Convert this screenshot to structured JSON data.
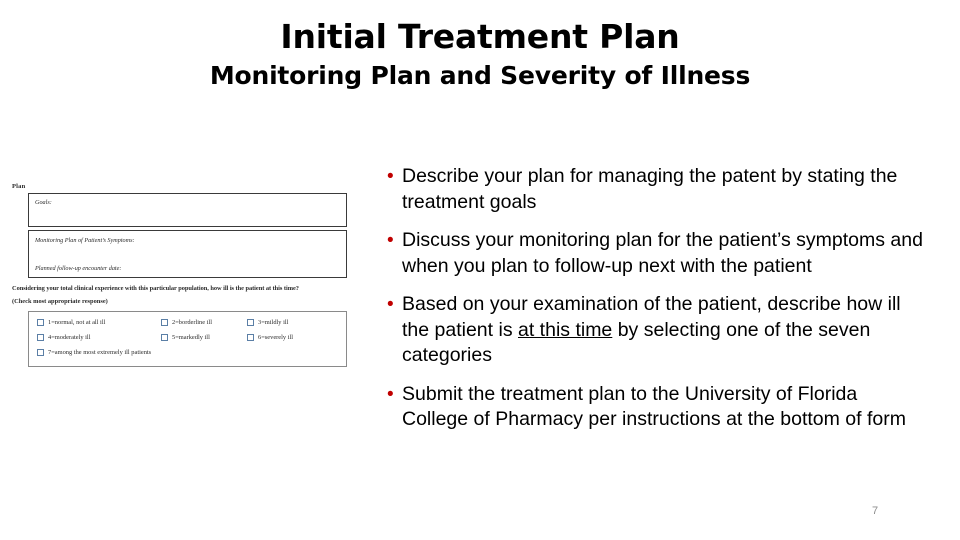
{
  "slide": {
    "title": "Initial Treatment Plan",
    "subtitle": "Monitoring Plan and Severity of Illness",
    "page_number": "7",
    "bullet_marker": "•",
    "accent_color": "#C00000",
    "page_number_color": "#8C8C8C"
  },
  "bullets": [
    {
      "marker": "•",
      "text_before": "Describe your plan for managing the patent by stating the treatment goals",
      "emphasis": "",
      "text_after": ""
    },
    {
      "marker": "•",
      "text_before": "Discuss your monitoring plan for the patient’s symptoms and when you plan to follow-up next with the patient",
      "emphasis": "",
      "text_after": ""
    },
    {
      "marker": "•",
      "text_before": "Based on your examination of the patient, describe how ill the patient is ",
      "emphasis": "at this time",
      "text_after": " by selecting one of the seven categories"
    },
    {
      "marker": "•",
      "text_before": "Submit the treatment plan to the University of Florida College of Pharmacy per instructions at the bottom of form",
      "emphasis": "",
      "text_after": ""
    }
  ],
  "form": {
    "section_label": "Plan",
    "goals_label": "Goals:",
    "monitoring_label": "Monitoring Plan of Patient’s Symptoms:",
    "followup_label": "Planned follow-up encounter date:",
    "question": "Considering your total clinical experience with this particular population, how ill is the patient at this time?",
    "subnote": "(Check most appropriate response)",
    "options": [
      "1=normal, not at all ill",
      "2=borderline ill",
      "3=mildly ill",
      "4=moderately ill",
      "5=markedly ill",
      "6=severely ill",
      "7=among the most extremely ill patients"
    ]
  }
}
